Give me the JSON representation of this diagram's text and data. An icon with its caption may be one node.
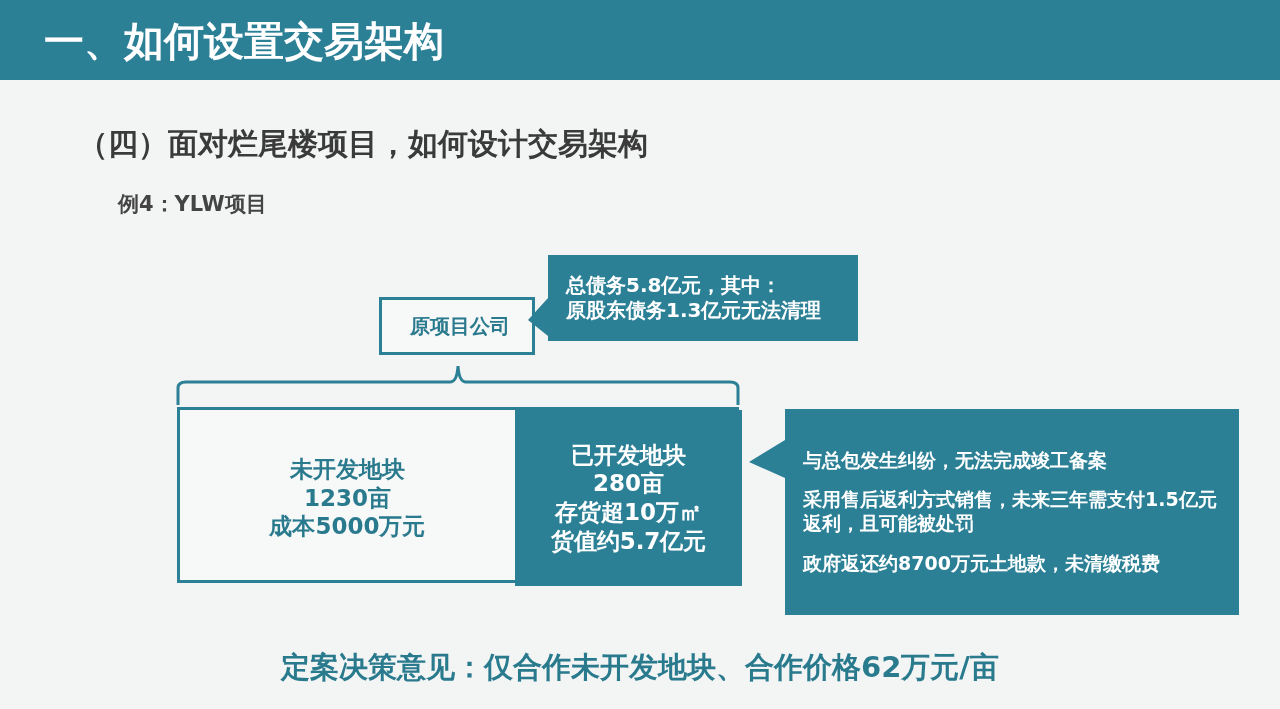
{
  "diagram": {
    "title": "一、如何设置交易架构",
    "nodes": [
      {
        "text": [
          "原项目公司"
        ]
      },
      {
        "text": [
          "总债务5.8亿元，其中：",
          "原股东债务1.3亿元无法清理"
        ]
      },
      {
        "text": [],
        "shape": "box"
      },
      {
        "text": [
          "未开发地块",
          "1230亩",
          "成本5000万元"
        ],
        "in": 2
      },
      {
        "text": [
          "已开发地块",
          "280亩",
          "存货超10万㎡",
          "货值约5.7亿元"
        ],
        "in": 2
      },
      {
        "text": [
          "与总包发生纠纷，无法完成竣工备案",
          "采用售后返利方式销售，未来三年需支付1.5亿元返利，且可能被处罚",
          "政府返还约8700万元土地款，未清缴税费"
        ]
      }
    ],
    "labels": [
      "（四）面对烂尾楼项目，如何设计交易架构",
      "例4：YLW项目",
      "定案决策意见：仅合作未开发地块、合作价格62万元/亩"
    ]
  }
}
